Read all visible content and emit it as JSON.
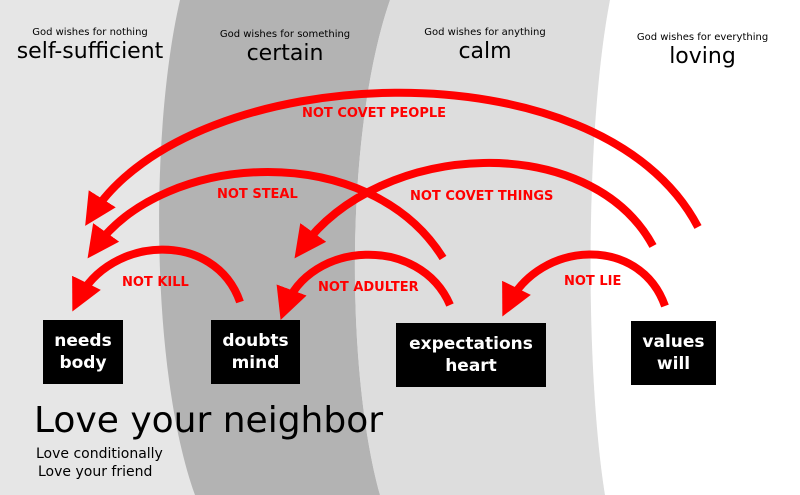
{
  "columns": [
    {
      "subtitle": "God wishes for nothing",
      "title": "self-sufficient"
    },
    {
      "subtitle": "God wishes for something",
      "title": "certain"
    },
    {
      "subtitle": "God wishes for anything",
      "title": "calm"
    },
    {
      "subtitle": "God wishes for everything",
      "title": "loving"
    }
  ],
  "boxes": [
    {
      "line1": "needs",
      "line2": "body"
    },
    {
      "line1": "doubts",
      "line2": "mind"
    },
    {
      "line1": "expectations",
      "line2": "heart"
    },
    {
      "line1": "values",
      "line2": "will"
    }
  ],
  "arrows": {
    "covet_people": "NOT COVET PEOPLE",
    "steal": "NOT STEAL",
    "covet_things": "NOT COVET THINGS",
    "kill": "NOT KILL",
    "adulter": "NOT ADULTER",
    "lie": "NOT LIE"
  },
  "footer": {
    "title": "Love your neighbor",
    "line1": "Love conditionally",
    "line2": "Love your friend"
  },
  "colors": {
    "arrow": "#ff0000",
    "band_light": "#e6e6e6",
    "band_mid": "#b3b3b3",
    "band_pale": "#dddddd",
    "band_white": "#ffffff"
  }
}
